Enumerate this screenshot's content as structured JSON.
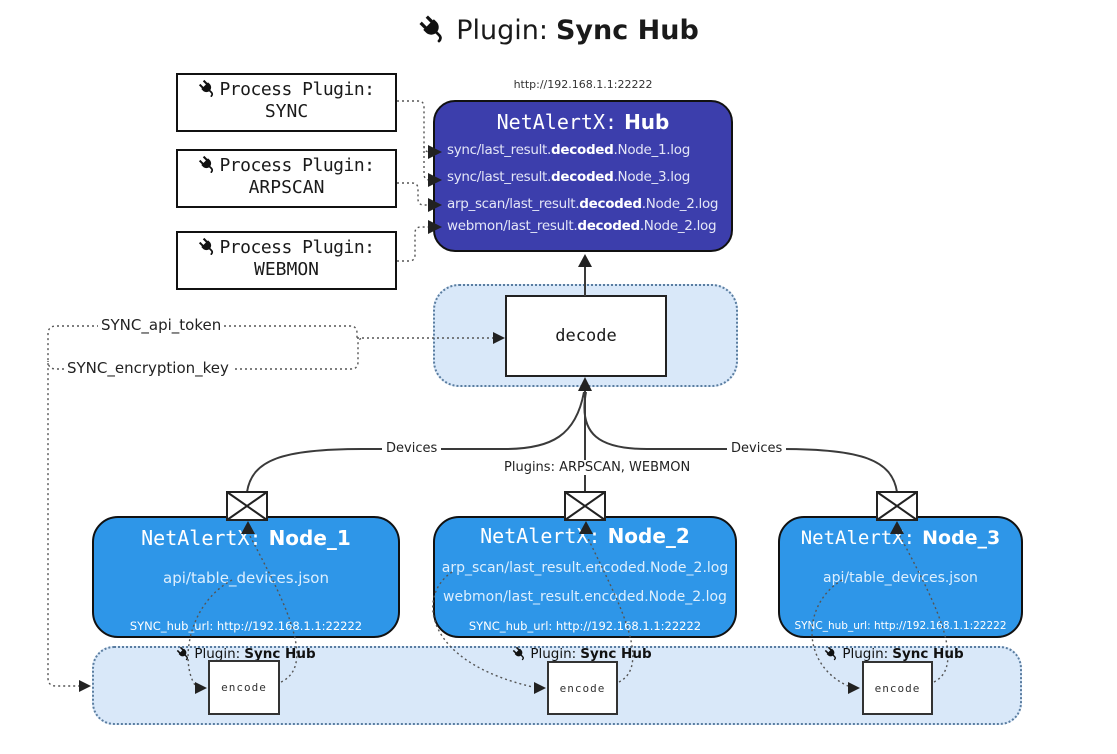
{
  "colors": {
    "hub": "#3c3eac",
    "node": "#2e96e8",
    "band": "#d9e8f9",
    "bandBorder": "#5a7da0",
    "ink": "#1a1a1a",
    "line": "#3a3a3a"
  },
  "title": {
    "prefix": "Plugin:",
    "bold": "Sync Hub"
  },
  "process_plugins": [
    {
      "label": "Process Plugin:",
      "name": "SYNC"
    },
    {
      "label": "Process Plugin:",
      "name": "ARPSCAN"
    },
    {
      "label": "Process Plugin:",
      "name": "WEBMON"
    }
  ],
  "hub": {
    "url": "http://192.168.1.1:22222",
    "name_prefix": "NetAlertX:",
    "name": "Hub",
    "lines": [
      {
        "pre": "sync/last_result.",
        "bold": "decoded",
        "post": ".Node_1.log"
      },
      {
        "pre": "sync/last_result.",
        "bold": "decoded",
        "post": ".Node_3.log"
      },
      {
        "pre": "arp_scan/last_result.",
        "bold": "decoded",
        "post": ".Node_2.log"
      },
      {
        "pre": "webmon/last_result.",
        "bold": "decoded",
        "post": ".Node_2.log"
      }
    ]
  },
  "decode_label": "decode",
  "keys": {
    "api_token": "SYNC_api_token",
    "encryption_key": "SYNC_encryption_key"
  },
  "edge_labels": {
    "devices_left": "Devices",
    "plugins_mid": "Plugins: ARPSCAN, WEBMON",
    "devices_right": "Devices"
  },
  "nodes": [
    {
      "name_prefix": "NetAlertX:",
      "name": "Node_1",
      "lines": [
        "api/table_devices.json"
      ],
      "hub_url": "SYNC_hub_url: http://192.168.1.1:22222"
    },
    {
      "name_prefix": "NetAlertX:",
      "name": "Node_2",
      "lines": [
        "arp_scan/last_result.encoded.Node_2.log",
        "webmon/last_result.encoded.Node_2.log"
      ],
      "hub_url": "SYNC_hub_url: http://192.168.1.1:22222"
    },
    {
      "name_prefix": "NetAlertX:",
      "name": "Node_3",
      "lines": [
        "api/table_devices.json"
      ],
      "hub_url": "SYNC_hub_url: http://192.168.1.1:22222"
    }
  ],
  "encoders": [
    {
      "label_prefix": "Plugin:",
      "label_bold": "Sync Hub",
      "box_label": "encode"
    },
    {
      "label_prefix": "Plugin:",
      "label_bold": "Sync Hub",
      "box_label": "encode"
    },
    {
      "label_prefix": "Plugin:",
      "label_bold": "Sync Hub",
      "box_label": "encode"
    }
  ]
}
